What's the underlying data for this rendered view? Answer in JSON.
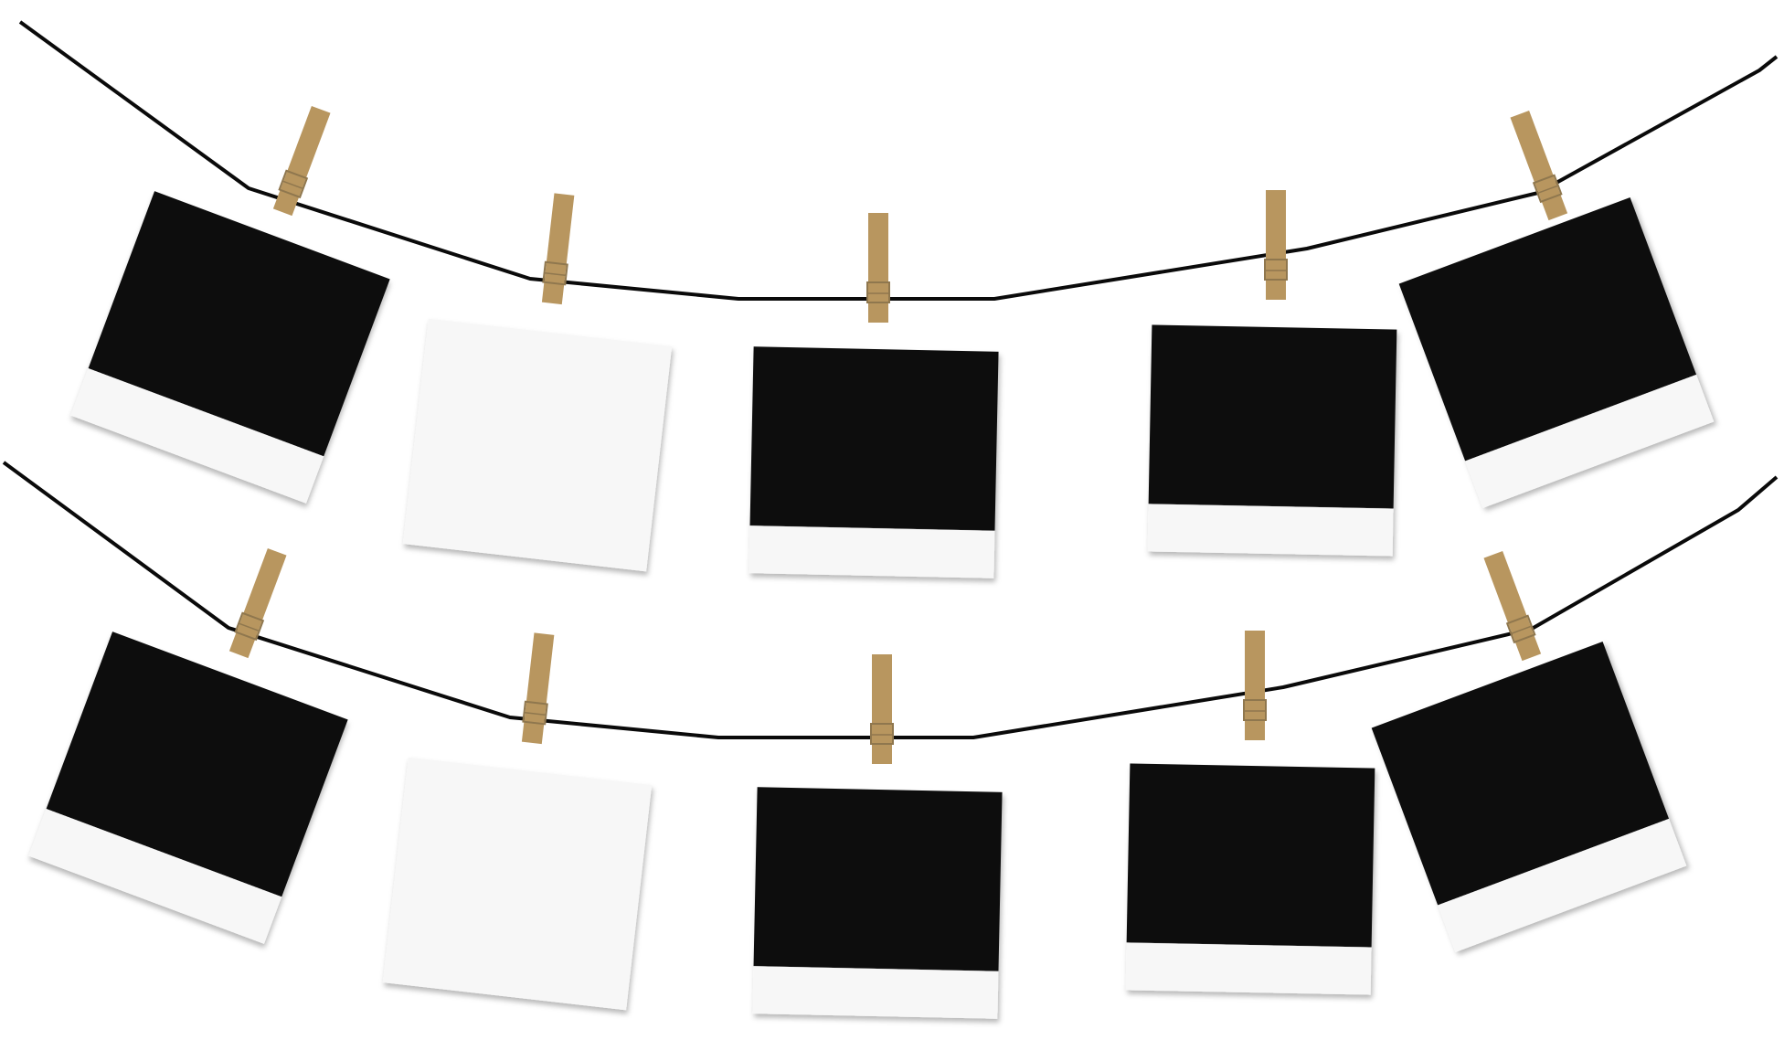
{
  "colors": {
    "background": "#ffffff",
    "rope": "#0a0a0a",
    "photo_dark": "#070707",
    "photo_frame": "#f7f7f7",
    "clothespin": "#b8965f",
    "clothespin_spring": "#8f774e"
  },
  "icons": {
    "clothespin": "clothespin-icon",
    "photo": "instant-photo-frame"
  },
  "rows": [
    {
      "name": "top-row",
      "photos": [
        {
          "variant": "dark"
        },
        {
          "variant": "blank"
        },
        {
          "variant": "dark"
        },
        {
          "variant": "dark"
        },
        {
          "variant": "dark"
        }
      ]
    },
    {
      "name": "bottom-row",
      "photos": [
        {
          "variant": "dark"
        },
        {
          "variant": "blank"
        },
        {
          "variant": "dark"
        },
        {
          "variant": "dark"
        },
        {
          "variant": "dark"
        }
      ]
    }
  ]
}
